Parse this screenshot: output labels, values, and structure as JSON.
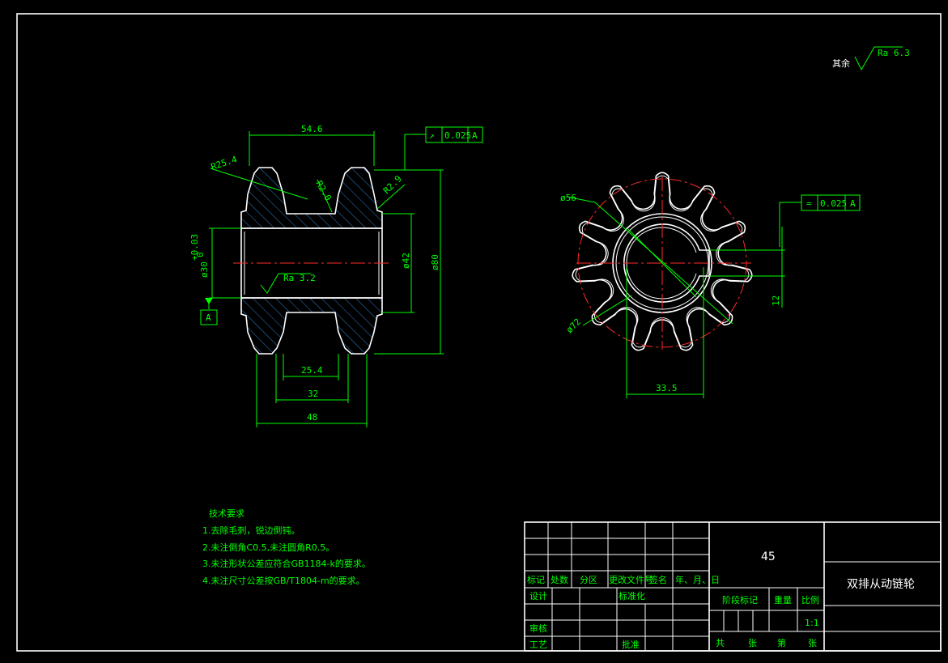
{
  "surface_finish": {
    "prefix": "其余",
    "value": "Ra 6.3"
  },
  "left_view": {
    "dim_top": "54.6",
    "r_outer": "R25.4",
    "r_a": "R2.0",
    "r_b": "R2.9",
    "tol_symbol": "↗",
    "tol_value": "0.025",
    "tol_datum": "A",
    "bore_dim": "ø30",
    "bore_tol_upper": "+0.03",
    "bore_tol_lower": "0",
    "bore_ra": "Ra 3.2",
    "dim_42": "ø42",
    "dim_80": "ø80",
    "datum": "A",
    "dim_25": "25.4",
    "dim_32": "32",
    "dim_48": "48"
  },
  "right_view": {
    "dim_56": "ø56",
    "dim_72": "ø72",
    "tol_symbol": "=",
    "tol_value": "0.025",
    "tol_datum": "A",
    "dim_12": "12",
    "dim_33": "33.5"
  },
  "notes": {
    "title": "技术要求",
    "items": [
      "1.去除毛刺，锐边倒钝。",
      "2.未注倒角C0.5,未注圆角R0.5。",
      "3.未注形状公差应符合GB1184-k的要求。",
      "4.未注尺寸公差按GB/T1804-m的要求。"
    ]
  },
  "title_block": {
    "material": "45",
    "part_name": "双排从动链轮",
    "headers": [
      "标记",
      "处数",
      "分区",
      "更改文件号",
      "签名",
      "年、月、日"
    ],
    "design": "设计",
    "standard": "标准化",
    "check": "审核",
    "process": "工艺",
    "approve": "批准",
    "stage": "阶段标记",
    "weight": "重量",
    "scale": "比例",
    "scale_value": "1:1",
    "total": "共",
    "sheets": "张",
    "number": "第"
  }
}
